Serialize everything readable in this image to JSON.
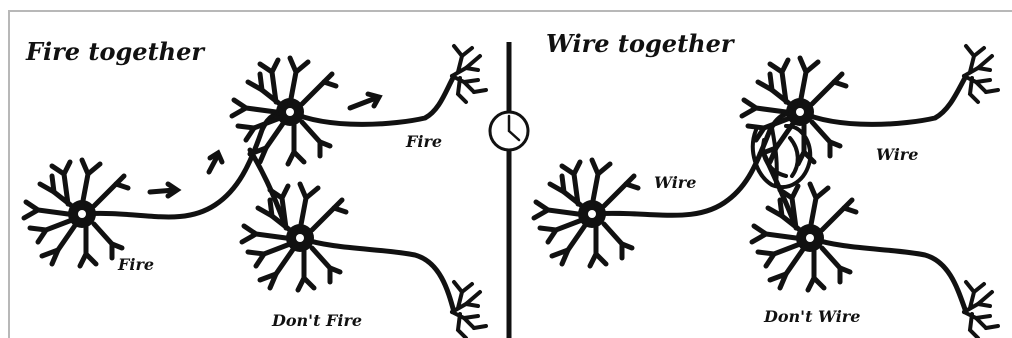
{
  "panels": {
    "left": {
      "title": "Fire together",
      "labels": {
        "top_neuron": "Fire",
        "left_neuron": "Fire",
        "bottom_neuron": "Don't Fire"
      }
    },
    "right": {
      "title": "Wire together",
      "labels": {
        "top_neuron": "Wire",
        "left_neuron": "Wire",
        "bottom_neuron": "Don't Wire"
      }
    }
  },
  "divider": {
    "icon": "clock-icon"
  },
  "colors": {
    "ink": "#111111",
    "background": "#ffffff",
    "frame": "#b8b8b8"
  }
}
